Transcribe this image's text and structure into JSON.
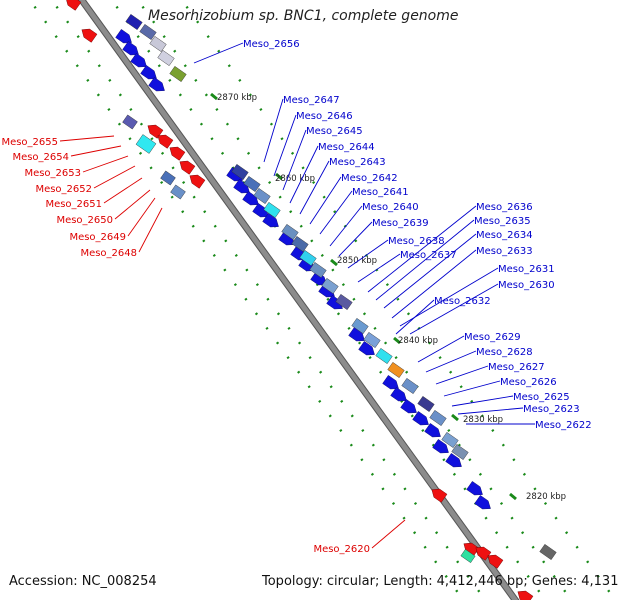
{
  "title": "Mesorhizobium sp. BNC1, complete genome",
  "accession": {
    "label": "Accession:",
    "value": "NC_008254"
  },
  "summary": {
    "topology_label": "Topology:",
    "topology": "circular;",
    "length_label": "Length:",
    "length": "4,412,446 bp;",
    "genes_label": "Genes:",
    "genes": "4,131"
  },
  "colors": {
    "backbone": "#8c8c8c",
    "forward_label": "#0000cc",
    "reverse_label": "#dd0000",
    "gene_forward": "#1010dd",
    "gene_reverse": "#ee1111",
    "dots": "#1a8a1a",
    "tick_marks": "#1a8a1a"
  },
  "scale_labels": [
    "2870 kbp",
    "2860 kbp",
    "2850 kbp",
    "2840 kbp",
    "2830 kbp",
    "2820 kbp"
  ],
  "forward_genes": [
    "Meso_2656",
    "Meso_2647",
    "Meso_2646",
    "Meso_2645",
    "Meso_2644",
    "Meso_2643",
    "Meso_2642",
    "Meso_2641",
    "Meso_2640",
    "Meso_2639",
    "Meso_2638",
    "Meso_2637",
    "Meso_2636",
    "Meso_2635",
    "Meso_2634",
    "Meso_2633",
    "Meso_2631",
    "Meso_2630",
    "Meso_2632",
    "Meso_2629",
    "Meso_2628",
    "Meso_2627",
    "Meso_2626",
    "Meso_2625",
    "Meso_2623",
    "Meso_2622"
  ],
  "reverse_genes": [
    "Meso_2655",
    "Meso_2654",
    "Meso_2653",
    "Meso_2652",
    "Meso_2651",
    "Meso_2650",
    "Meso_2649",
    "Meso_2648",
    "Meso_2620"
  ]
}
